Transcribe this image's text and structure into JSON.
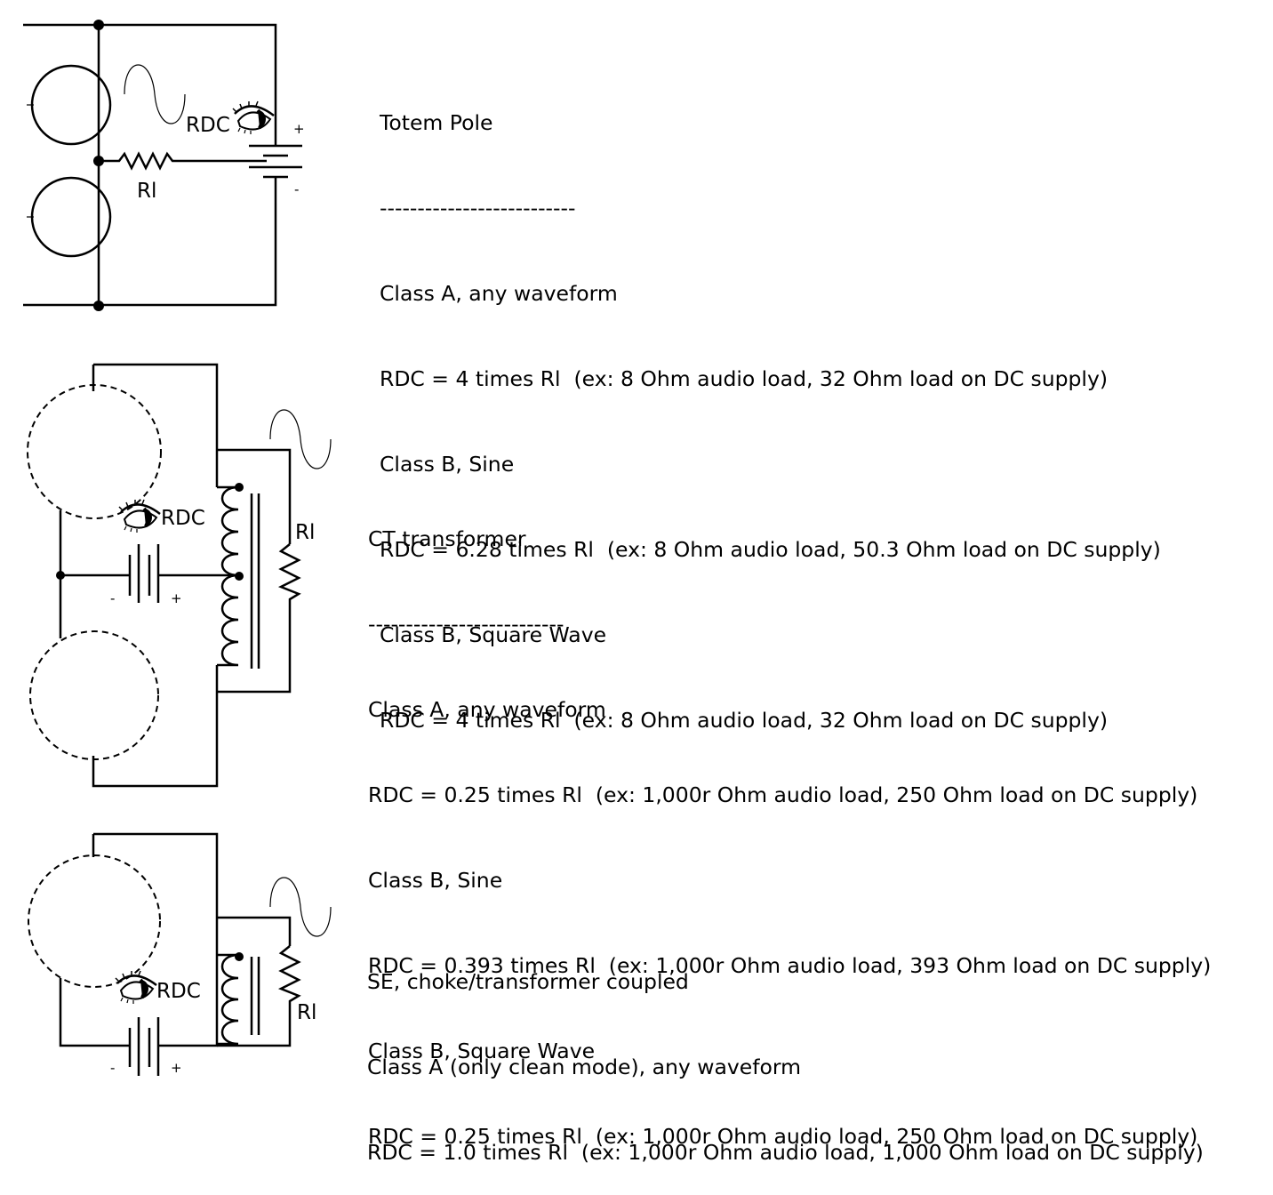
{
  "sections": [
    {
      "title": "Totem Pole",
      "rule": "--------------------------",
      "lines": [
        "Class A, any waveform",
        "RDC = 4 times Rl  (ex: 8 Ohm audio load, 32 Ohm load on DC supply)",
        "Class B, Sine",
        "RDC = 6.28 times Rl  (ex: 8 Ohm audio load, 50.3 Ohm load on DC supply)",
        "Class B, Square Wave",
        "RDC = 4 times Rl  (ex: 8 Ohm audio load, 32 Ohm load on DC supply)"
      ]
    },
    {
      "title": "CT transformer",
      "rule": "--------------------------",
      "lines": [
        "Class A, any waveform",
        "RDC = 0.25 times Rl  (ex: 1,000r Ohm audio load, 250 Ohm load on DC supply)",
        "Class B, Sine",
        "RDC = 0.393 times Rl  (ex: 1,000r Ohm audio load, 393 Ohm load on DC supply)",
        "Class B, Square Wave",
        "RDC = 0.25 times Rl  (ex: 1,000r Ohm audio load, 250 Ohm load on DC supply)"
      ]
    },
    {
      "title": "SE, choke/transformer coupled",
      "lines": [
        "Class A (only clean mode), any waveform",
        "RDC = 1.0 times Rl  (ex: 1,000r Ohm audio load, 1,000 Ohm load on DC supply)"
      ]
    }
  ],
  "labels": {
    "rdc": "RDC",
    "rl": "Rl",
    "plus": "+",
    "minus": "-"
  },
  "icons": [
    "eye-icon",
    "sine-wave-icon"
  ]
}
